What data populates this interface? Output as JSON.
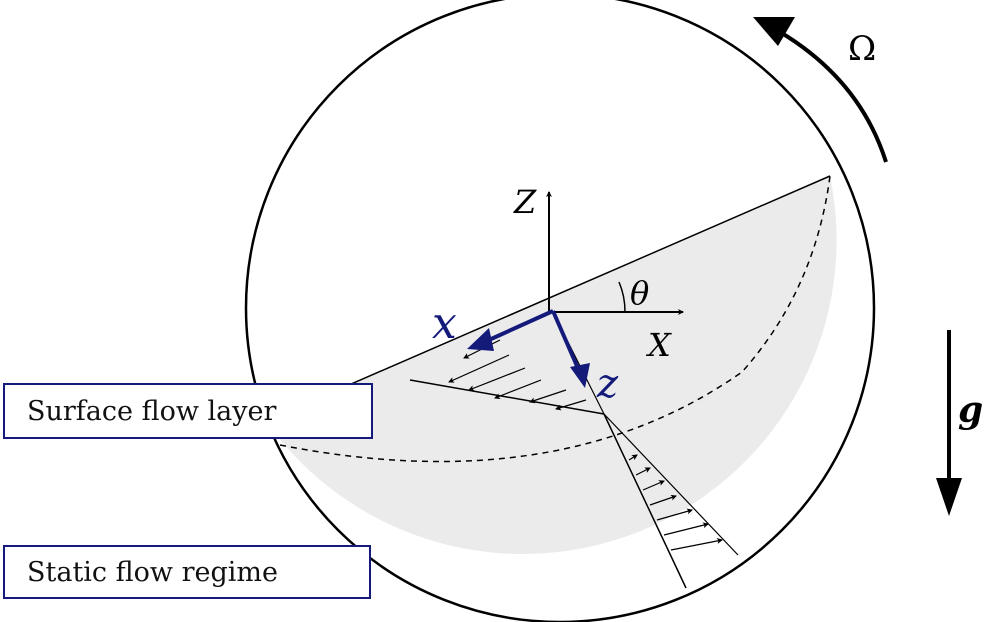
{
  "labels": {
    "rotation": "Ω",
    "gravity": "g",
    "axis_Z": "Z",
    "axis_X": "X",
    "angle": "θ",
    "local_x": "x",
    "local_z": "z",
    "surface_flow_layer": "Surface flow layer",
    "static_flow_regime": "Static flow regime"
  },
  "colors": {
    "blue": "#131a7a",
    "fill": "#ebebeb",
    "line": "#000000"
  }
}
